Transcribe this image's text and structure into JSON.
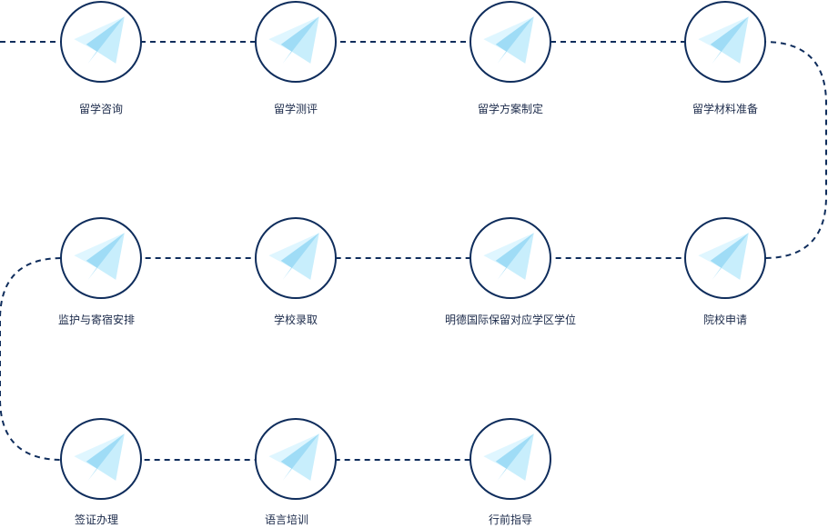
{
  "colors": {
    "line": "#0f2d5c",
    "node_border": "#0f2d5c",
    "plane_light": "#dff6ff",
    "plane_mid": "#c8eefc",
    "plane_dark": "#9fdcf6",
    "text": "#1b2a4a"
  },
  "icon": "paper-plane-icon",
  "steps": [
    {
      "label": "留学咨询"
    },
    {
      "label": "留学测评"
    },
    {
      "label": "留学方案制定"
    },
    {
      "label": "留学材料准备"
    },
    {
      "label": "院校申请"
    },
    {
      "label": "明德国际保留对应学区学位"
    },
    {
      "label": "学校录取"
    },
    {
      "label": "监护与寄宿安排"
    },
    {
      "label": "签证办理"
    },
    {
      "label": "语言培训"
    },
    {
      "label": "行前指导"
    }
  ]
}
